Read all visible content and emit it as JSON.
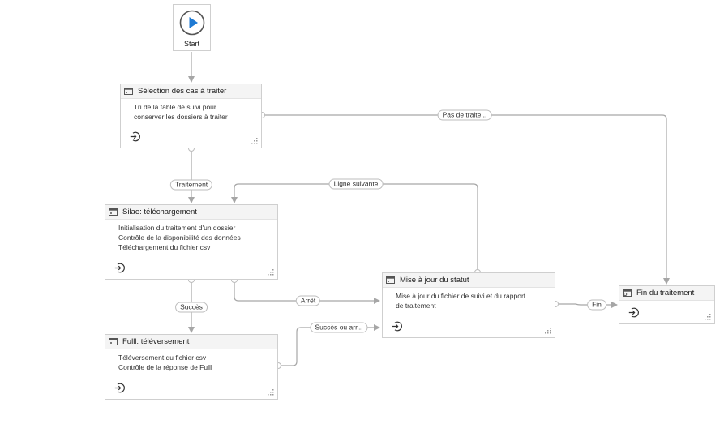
{
  "start": {
    "label": "Start",
    "icon": "play-icon"
  },
  "nodes": {
    "selection": {
      "title": "Sélection des cas à traiter",
      "desc": [
        "Tri de la table de suivi pour",
        "conserver les dossiers à traiter"
      ]
    },
    "silae": {
      "title": "Silae: téléchargement",
      "desc": [
        "Initialisation du traitement d'un dossier",
        "Contrôle de la disponibilité des données",
        "Téléchargement du fichier csv"
      ]
    },
    "fulll": {
      "title": "Fulll: téléversement",
      "desc": [
        "Téléversement du fichier csv",
        "Contrôle de la réponse de Fulll"
      ]
    },
    "maj": {
      "title": "Mise à jour du statut",
      "desc": [
        "Mise à jour du fichier de suivi et du rapport",
        "de traitement"
      ]
    },
    "fin": {
      "title": "Fin du traitement",
      "desc": []
    }
  },
  "transitions": {
    "pas_de_traite": "Pas de traite...",
    "traitement": "Traitement",
    "ligne_suivante": "Ligne suivante",
    "arret": "Arrêt",
    "succes": "Succès",
    "succes_ou_arr": "Succès ou arr...",
    "fin": "Fin"
  },
  "colors": {
    "wire": "#a6a6a6",
    "play": "#1f7ad3",
    "border": "#cfcfcf",
    "header": "#f4f4f4"
  }
}
